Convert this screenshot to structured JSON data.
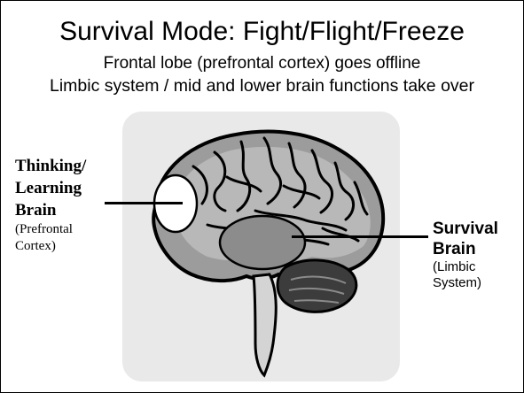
{
  "slide": {
    "title": "Survival Mode: Fight/Flight/Freeze",
    "subtitle_line1": "Frontal lobe (prefrontal cortex) goes offline",
    "subtitle_line2": "Limbic system / mid and lower brain functions take over"
  },
  "left_label": {
    "line1": "Thinking/",
    "line2": "Learning",
    "line3": "Brain",
    "sub1": "(Prefrontal",
    "sub2": "Cortex)"
  },
  "right_label": {
    "line1": "Survival",
    "line2": "Brain",
    "sub1": "(Limbic",
    "sub2": "System)"
  },
  "illustration": {
    "subject": "brain-icon",
    "panel_color": "#e9e9e9",
    "highlight_colors": {
      "prefrontal": "#ffffff",
      "limbic": "#8c8c8c"
    }
  }
}
